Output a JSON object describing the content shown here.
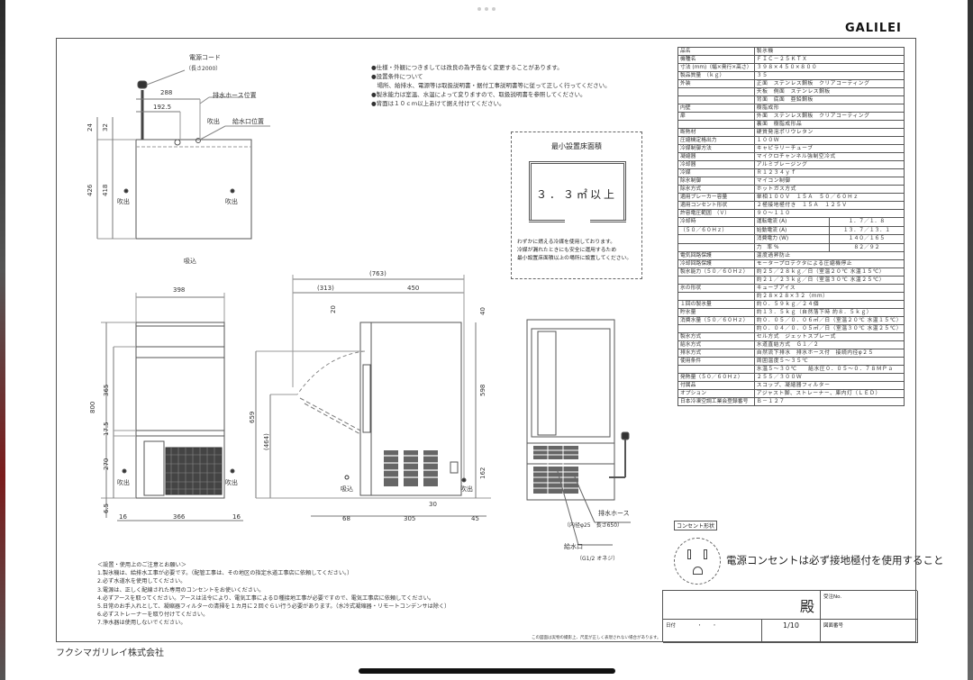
{
  "brand": "GALILEI",
  "company": "フクシマガリレイ株式会社",
  "top_notes": [
    "●仕様・外観につきましては改良の為予告なく変更することがあります。",
    "●設置条件について",
    "　場所、給排水、電源等は取扱説明書・据付工事説明書等に従って正しく行ってください。",
    "●製氷能力は室温、水温によって変りますので、取扱説明書を参照してください。",
    "●背面は１０ｃｍ以上あけて据え付けてください。"
  ],
  "min_area": {
    "title": "最小設置床面積",
    "value": "３．３㎡以上",
    "desc": [
      "わずかに燃える冷媒を使用しております。",
      "冷媒が漏れたときにも安全に運用するため",
      "最小設置床面積以上の場所に設置してください。"
    ]
  },
  "top_view": {
    "power_cord": "電源コード",
    "power_cord_len": "（長さ2000）",
    "drain_hose_pos": "排水ホース位置",
    "water_inlet_pos": "給水口位置",
    "exhaust": "吹出",
    "intake": "吸込",
    "dims": {
      "d288": "288",
      "d192": "192.5",
      "d24": "24",
      "d32": "32",
      "d426": "426",
      "d418": "418"
    }
  },
  "front_view": {
    "dims": {
      "w398": "398",
      "h800": "800",
      "h365": "365",
      "h17": "17.5",
      "h270": "270",
      "h6": "6.5",
      "w16a": "16",
      "w366": "366",
      "w16b": "16"
    },
    "exhaust_left": "吹出",
    "exhaust_right": "吹出"
  },
  "side_view": {
    "dims": {
      "d763": "(763)",
      "d313": "(313)",
      "d450": "450",
      "d20": "20",
      "d40": "40",
      "h659": "659",
      "h464": "(464)",
      "h598": "598",
      "h162": "162",
      "w68": "68",
      "w305": "305",
      "w30": "30",
      "w45": "45"
    },
    "intake": "吸込",
    "exhaust": "吹出"
  },
  "rear_view": {
    "drain_hose": "排水ホース",
    "drain_hose_spec": "（内径φ25　長さ650）",
    "water_inlet": "給水口",
    "water_inlet_spec": "（G1/2 オネジ）"
  },
  "spec_table": {
    "rows": [
      [
        "品名",
        "製氷機"
      ],
      [
        "機種名",
        "ＦＩＣ－２５ＫＴＸ"
      ],
      [
        "寸法 (mm)（幅×奥行×高さ）",
        "３９８×４５０×８００"
      ],
      [
        "製品質量　（ｋｇ）",
        "３５"
      ],
      [
        "外装",
        "正面　ステンレス鋼板　クリアコーティング"
      ],
      [
        "",
        "天板　側面　ステンレス鋼板"
      ],
      [
        "",
        "背面　底面　亜鉛鋼板"
      ],
      [
        "内壁",
        "樹脂成形"
      ],
      [
        "扉",
        "外面　ステンレス鋼板　クリアコーティング"
      ],
      [
        "",
        "裏面　樹脂成形品"
      ],
      [
        "断熱材",
        "硬質発泡ポリウレタン"
      ],
      [
        "圧縮機定格出力",
        "１００Ｗ"
      ],
      [
        "冷媒制御方法",
        "キャピラリーチューブ"
      ],
      [
        "凝縮器",
        "マイクロチャンネル強制空冷式"
      ],
      [
        "冷却器",
        "アルミブレージング"
      ],
      [
        "冷媒",
        "Ｒ１２３４ｙｆ"
      ],
      [
        "除氷制御",
        "マイコン制御"
      ],
      [
        "除氷方式",
        "ホットガス方式"
      ],
      [
        "適用ブレーカー容量",
        "単相１００Ｖ　１５Ａ　５０／６０Ｈｚ"
      ],
      [
        "適用コンセント形状",
        "２極接地極付き　１５Ａ　１２５Ｖ"
      ],
      [
        "許容電圧範囲　（Ｖ）",
        "９０～１１０"
      ]
    ],
    "electrical": {
      "label": "冷却時",
      "sub": "（５０／６０Ｈｚ）",
      "items": [
        [
          "運転電流 (A)",
          "１．７／１．８"
        ],
        [
          "始動電流 (A)",
          "１３．７／１３．１"
        ],
        [
          "消費電力 (W)",
          "１４０／１６５"
        ],
        [
          "力　率 %",
          "８２／９２"
        ]
      ]
    },
    "rows2": [
      [
        "電気回路保護",
        "温度過昇防止"
      ],
      [
        "冷却回路保護",
        "モータープロテクタによる圧縮機停止"
      ],
      [
        "製氷能力（５０／６０Ｈｚ）",
        "約２５／２８ｋｇ／日（室温２０℃ 水温１５℃）"
      ],
      [
        "",
        "約２１／２３ｋｇ／日（室温３０℃ 水温２５℃）"
      ],
      [
        "氷の形状",
        "キューブアイス"
      ],
      [
        "",
        "約２８×２８×３２（mm）"
      ],
      [
        "１回の製氷量",
        "約０．５９ｋｇ／２４個"
      ],
      [
        "貯氷量",
        "約１３．５ｋｇ（自然落下時 約８．５ｋｇ）"
      ],
      [
        "消費水量（５０／６０Ｈｚ）",
        "約０．０５／０．０６㎥／日（室温２０℃ 水温１５℃）"
      ],
      [
        "",
        "約０．０４／０．０５㎥／日（室温３０℃ 水温２５℃）"
      ],
      [
        "製氷方式",
        "セル方式　ジェットスプレー式"
      ],
      [
        "給水方式",
        "水道直結方式　Ｇ１／２"
      ],
      [
        "排水方式",
        "自然流下排水　排水ホース付　接続内径φ２５"
      ],
      [
        "使用条件",
        "周囲温度５～３５℃"
      ],
      [
        "",
        "水温５～３０℃　　給水圧０．０５～０．７８ＭＰａ"
      ],
      [
        "発熱量（５０／６０Ｈｚ）",
        "２５５／３００Ｗ"
      ],
      [
        "付属品",
        "スコップ、凝縮器フィルター"
      ],
      [
        "オプション",
        "アジャスト脚、ストレーナー、庫内灯（ＬＥＤ）"
      ],
      [
        "日本冷凍空調工業会登録番号",
        "Ｂ－１２７"
      ]
    ]
  },
  "outlet": {
    "label": "コンセント形状",
    "message": "電源コンセントは必ず接地極付を使用すること"
  },
  "title_block": {
    "dono": "殿",
    "order_no_label": "受注No.",
    "date_label": "日付",
    "date_value": "・　　・",
    "scale": "1/10",
    "drawing_no_label": "図面番号"
  },
  "bottom_notes": {
    "title": "＜設置・使用上のご注意とお願い＞",
    "items": [
      "1.製氷機は、給排水工事が必要です。（配管工事は、その地区の指定水道工事店に依頼してください。）",
      "2.必ず水道水を使用してください。",
      "3.電源は、正しく配線された専用のコンセントをお使いください。",
      "4.必ずアースを取ってください。アースは法令により、電気工事によるＤ種接地工事が必要ですので、電気工事店に依頼してください。",
      "5.日常のお手入れとして、凝縮器フィルターの清掃を１カ月に２回ぐらい行う必要があります。（水冷式凝縮器・リモートコンデンサは除く）",
      "6.必ずストレーナーを取り付けてください。",
      "7.浄水器は使用しないでください。"
    ],
    "footnote": "この図面は実物の撮影上、尺度が正しく表現されない場合があります。"
  }
}
